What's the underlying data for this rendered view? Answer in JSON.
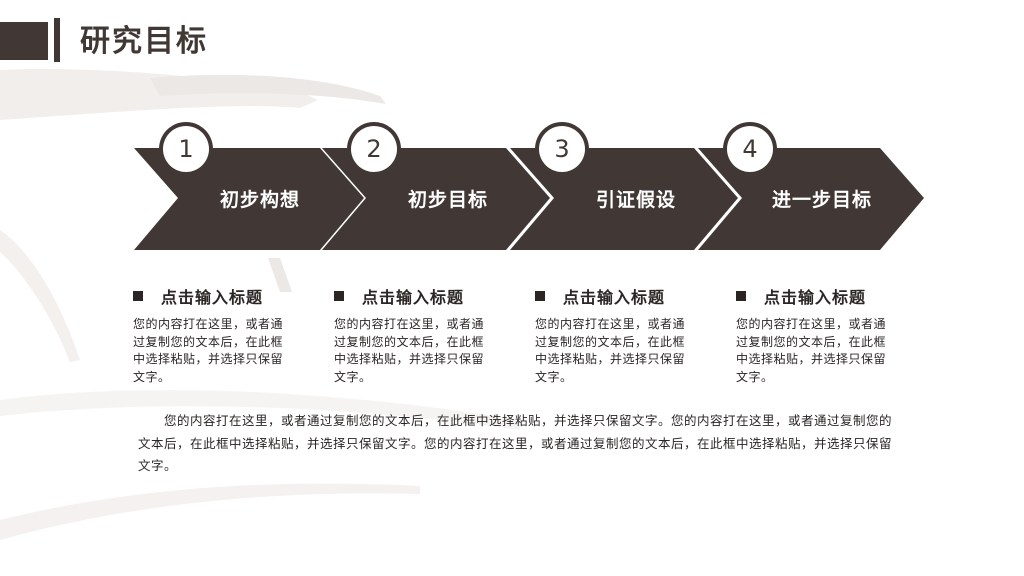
{
  "page": {
    "title": "研究目标"
  },
  "steps": [
    {
      "number": "1",
      "label": "初步构想"
    },
    {
      "number": "2",
      "label": "初步目标"
    },
    {
      "number": "3",
      "label": "引证假设"
    },
    {
      "number": "4",
      "label": "进一步目标"
    }
  ],
  "cards": [
    {
      "title": "点击输入标题",
      "text": "您的内容打在这里，或者通过复制您的文本后，在此框中选择粘贴，并选择只保留文字。"
    },
    {
      "title": "点击输入标题",
      "text": "您的内容打在这里，或者通过复制您的文本后，在此框中选择粘贴，并选择只保留文字。"
    },
    {
      "title": "点击输入标题",
      "text": "您的内容打在这里，或者通过复制您的文本后，在此框中选择粘贴，并选择只保留文字。"
    },
    {
      "title": "点击输入标题",
      "text": "您的内容打在这里，或者通过复制您的文本后，在此框中选择粘贴，并选择只保留文字。"
    }
  ],
  "body": {
    "paragraph": "您的内容打在这里，或者通过复制您的文本后，在此框中选择粘贴，并选择只保留文字。您的内容打在这里，或者通过复制您的文本后，在此框中选择粘贴，并选择只保留文字。您的内容打在这里，或者通过复制您的文本后，在此框中选择粘贴，并选择只保留文字。"
  },
  "colors": {
    "primary": "#413836",
    "text": "#2b2625",
    "background": "#ffffff",
    "brush": "#ebe6e4"
  }
}
